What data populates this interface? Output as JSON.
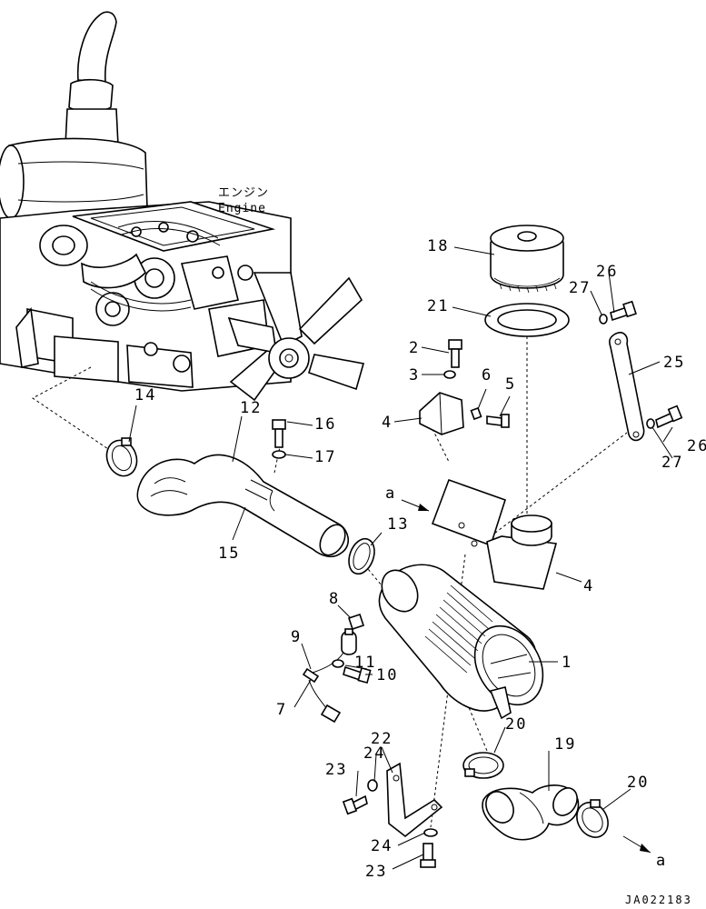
{
  "engine_label": {
    "jp": "エンジン",
    "en": "Engine"
  },
  "arrow_label": "a",
  "drawing_code": "JA022183",
  "callouts": {
    "c1": "1",
    "c2": "2",
    "c3": "3",
    "c4a": "4",
    "c4b": "4",
    "c5": "5",
    "c6": "6",
    "c7": "7",
    "c8": "8",
    "c9": "9",
    "c10": "10",
    "c11": "11",
    "c12": "12",
    "c13": "13",
    "c14": "14",
    "c15": "15",
    "c16": "16",
    "c17": "17",
    "c18": "18",
    "c19": "19",
    "c20a": "20",
    "c20b": "20",
    "c21": "21",
    "c22": "22",
    "c23a": "23",
    "c23b": "23",
    "c24a": "24",
    "c24b": "24",
    "c25": "25",
    "c26a": "26",
    "c26b": "26",
    "c27a": "27",
    "c27b": "27"
  }
}
